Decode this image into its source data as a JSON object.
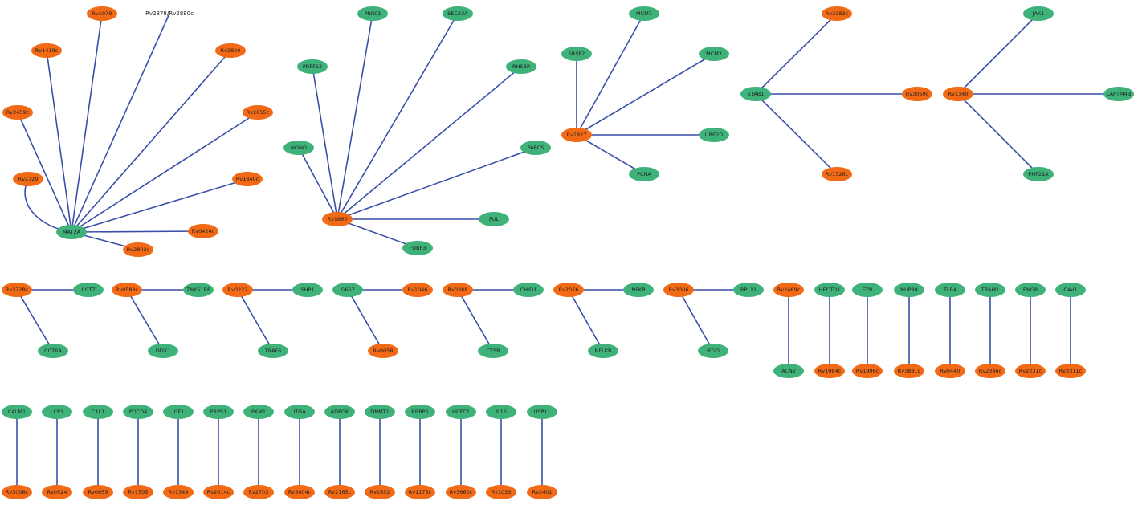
{
  "colors": {
    "pathogen": "#f26a16",
    "host": "#3fb27a",
    "edge": "#3a4fa8"
  },
  "nodes": [
    {
      "id": "n1",
      "label": "Rv1079",
      "group": "pathogen"
    },
    {
      "id": "n2",
      "label": "Rv2878/Rv2880c",
      "group": "none"
    },
    {
      "id": "n3",
      "label": "Rv1419c",
      "group": "pathogen"
    },
    {
      "id": "n4",
      "label": "Rv2820",
      "group": "pathogen"
    },
    {
      "id": "n5",
      "label": "Rv2459c",
      "group": "pathogen"
    },
    {
      "id": "n6",
      "label": "Rv2655c",
      "group": "pathogen"
    },
    {
      "id": "n7",
      "label": "Rv2729",
      "group": "pathogen"
    },
    {
      "id": "n8",
      "label": "Rv1840c",
      "group": "pathogen"
    },
    {
      "id": "n9",
      "label": "MAT2A",
      "group": "host"
    },
    {
      "id": "n10",
      "label": "Rv0424c",
      "group": "pathogen"
    },
    {
      "id": "n11",
      "label": "Rv2802c",
      "group": "pathogen"
    },
    {
      "id": "n12",
      "label": "PRRC1",
      "group": "host"
    },
    {
      "id": "n13",
      "label": "SEC23A",
      "group": "host"
    },
    {
      "id": "n14",
      "label": "PRPF12",
      "group": "host"
    },
    {
      "id": "n15",
      "label": "RHSBP",
      "group": "host"
    },
    {
      "id": "n16",
      "label": "NONO",
      "group": "host"
    },
    {
      "id": "n17",
      "label": "PARCS",
      "group": "host"
    },
    {
      "id": "n18",
      "label": "Rv1860",
      "group": "pathogen"
    },
    {
      "id": "n19",
      "label": "FUL",
      "group": "host"
    },
    {
      "id": "n20",
      "label": "FUBP3",
      "group": "host"
    },
    {
      "id": "n21",
      "label": "MCM7",
      "group": "host"
    },
    {
      "id": "n22",
      "label": "SRSF2",
      "group": "host"
    },
    {
      "id": "n23",
      "label": "MCM3",
      "group": "host"
    },
    {
      "id": "n24",
      "label": "Rv1827",
      "group": "pathogen"
    },
    {
      "id": "n25",
      "label": "UBE2D",
      "group": "host"
    },
    {
      "id": "n26",
      "label": "PCNA",
      "group": "host"
    },
    {
      "id": "n27",
      "label": "Rv2383c",
      "group": "pathogen"
    },
    {
      "id": "n28",
      "label": "STAB1",
      "group": "host"
    },
    {
      "id": "n29",
      "label": "Rv3069c",
      "group": "pathogen"
    },
    {
      "id": "n30",
      "label": "Rv1326c",
      "group": "pathogen"
    },
    {
      "id": "n31",
      "label": "JAK1",
      "group": "host"
    },
    {
      "id": "n32",
      "label": "Rv1340",
      "group": "pathogen"
    },
    {
      "id": "n33",
      "label": "LAPTM4B",
      "group": "host"
    },
    {
      "id": "n34",
      "label": "PHF21A",
      "group": "host"
    },
    {
      "id": "n35",
      "label": "Rv3728c",
      "group": "pathogen"
    },
    {
      "id": "n36",
      "label": "CCT7",
      "group": "host"
    },
    {
      "id": "n37",
      "label": "CCT6A",
      "group": "host"
    },
    {
      "id": "n38",
      "label": "Rv0588c",
      "group": "pathogen"
    },
    {
      "id": "n39",
      "label": "TNKS1BP",
      "group": "host"
    },
    {
      "id": "n40",
      "label": "DDX1",
      "group": "host"
    },
    {
      "id": "n41",
      "label": "Rv0222",
      "group": "pathogen"
    },
    {
      "id": "n42",
      "label": "SHP1",
      "group": "host"
    },
    {
      "id": "n43",
      "label": "TRAF6",
      "group": "host"
    },
    {
      "id": "n44",
      "label": "G6S7",
      "group": "host"
    },
    {
      "id": "n45",
      "label": "Rv1046",
      "group": "pathogen"
    },
    {
      "id": "n46",
      "label": "Rv0058",
      "group": "pathogen"
    },
    {
      "id": "n47",
      "label": "Rv0388",
      "group": "pathogen"
    },
    {
      "id": "n48",
      "label": "CHID1",
      "group": "host"
    },
    {
      "id": "n49",
      "label": "CTSB",
      "group": "host"
    },
    {
      "id": "n50",
      "label": "Rv2076",
      "group": "pathogen"
    },
    {
      "id": "n51",
      "label": "NFKB",
      "group": "host"
    },
    {
      "id": "n52",
      "label": "NFLKB",
      "group": "host"
    },
    {
      "id": "n53",
      "label": "Rv3006",
      "group": "pathogen"
    },
    {
      "id": "n54",
      "label": "RPL11",
      "group": "host"
    },
    {
      "id": "n55",
      "label": "IFGD",
      "group": "host"
    },
    {
      "id": "n56",
      "label": "Rv2469c",
      "group": "pathogen"
    },
    {
      "id": "n57",
      "label": "ACN2",
      "group": "host"
    },
    {
      "id": "n58",
      "label": "HECTD1",
      "group": "host"
    },
    {
      "id": "n59",
      "label": "Rv1984c",
      "group": "pathogen"
    },
    {
      "id": "n60",
      "label": "EZR",
      "group": "host"
    },
    {
      "id": "n61",
      "label": "Rv1906c",
      "group": "pathogen"
    },
    {
      "id": "n62",
      "label": "NUP88",
      "group": "host"
    },
    {
      "id": "n63",
      "label": "Rv3881c",
      "group": "pathogen"
    },
    {
      "id": "n64",
      "label": "TLR4",
      "group": "host"
    },
    {
      "id": "n65",
      "label": "Rv0440",
      "group": "pathogen"
    },
    {
      "id": "n66",
      "label": "TRAM1",
      "group": "host"
    },
    {
      "id": "n67",
      "label": "Rv2346c",
      "group": "pathogen"
    },
    {
      "id": "n68",
      "label": "ENG8",
      "group": "host"
    },
    {
      "id": "n69",
      "label": "Rv2231c",
      "group": "pathogen"
    },
    {
      "id": "n70",
      "label": "CAV1",
      "group": "host"
    },
    {
      "id": "n71",
      "label": "Rv3311c",
      "group": "pathogen"
    },
    {
      "id": "n72",
      "label": "CALM1",
      "group": "host"
    },
    {
      "id": "n73",
      "label": "Rv3008c",
      "group": "pathogen"
    },
    {
      "id": "n74",
      "label": "LCP1",
      "group": "host"
    },
    {
      "id": "n75",
      "label": "Rv0524",
      "group": "pathogen"
    },
    {
      "id": "n76",
      "label": "C1L1",
      "group": "host"
    },
    {
      "id": "n77",
      "label": "Rv0655",
      "group": "pathogen"
    },
    {
      "id": "n78",
      "label": "PDCD4",
      "group": "host"
    },
    {
      "id": "n79",
      "label": "Rv1505",
      "group": "pathogen"
    },
    {
      "id": "n80",
      "label": "IGF1",
      "group": "host"
    },
    {
      "id": "n81",
      "label": "Rv1349",
      "group": "pathogen"
    },
    {
      "id": "n82",
      "label": "PRPS1",
      "group": "host"
    },
    {
      "id": "n83",
      "label": "Rv2014c",
      "group": "pathogen"
    },
    {
      "id": "n84",
      "label": "PKM1",
      "group": "host"
    },
    {
      "id": "n85",
      "label": "Rv2703",
      "group": "pathogen"
    },
    {
      "id": "n86",
      "label": "ITGA",
      "group": "host"
    },
    {
      "id": "n87",
      "label": "Rv3004c",
      "group": "pathogen"
    },
    {
      "id": "n88",
      "label": "ADPGK",
      "group": "host"
    },
    {
      "id": "n89",
      "label": "Rv2165c",
      "group": "pathogen"
    },
    {
      "id": "n90",
      "label": "DNMT1",
      "group": "host"
    },
    {
      "id": "n91",
      "label": "Rv1652",
      "group": "pathogen"
    },
    {
      "id": "n92",
      "label": "RBBP5",
      "group": "host"
    },
    {
      "id": "n93",
      "label": "Rv1175c",
      "group": "pathogen"
    },
    {
      "id": "n94",
      "label": "HCFC1",
      "group": "host"
    },
    {
      "id": "n95",
      "label": "Rv3660c",
      "group": "pathogen"
    },
    {
      "id": "n96",
      "label": "IL16",
      "group": "host"
    },
    {
      "id": "n97",
      "label": "Rv1033",
      "group": "pathogen"
    },
    {
      "id": "n98",
      "label": "USP11",
      "group": "host"
    },
    {
      "id": "n99",
      "label": "Rv2401",
      "group": "pathogen"
    }
  ],
  "edges": [
    [
      "n1",
      "n9"
    ],
    [
      "n2",
      "n9"
    ],
    [
      "n3",
      "n9"
    ],
    [
      "n4",
      "n9"
    ],
    [
      "n5",
      "n9"
    ],
    [
      "n6",
      "n9"
    ],
    [
      "n7",
      "n9"
    ],
    [
      "n8",
      "n9"
    ],
    [
      "n10",
      "n9"
    ],
    [
      "n11",
      "n9"
    ],
    [
      "n12",
      "n18"
    ],
    [
      "n13",
      "n18"
    ],
    [
      "n14",
      "n18"
    ],
    [
      "n15",
      "n18"
    ],
    [
      "n16",
      "n18"
    ],
    [
      "n17",
      "n18"
    ],
    [
      "n19",
      "n18"
    ],
    [
      "n20",
      "n18"
    ],
    [
      "n21",
      "n24"
    ],
    [
      "n22",
      "n24"
    ],
    [
      "n23",
      "n24"
    ],
    [
      "n25",
      "n24"
    ],
    [
      "n26",
      "n24"
    ],
    [
      "n27",
      "n28"
    ],
    [
      "n29",
      "n28"
    ],
    [
      "n30",
      "n28"
    ],
    [
      "n31",
      "n32"
    ],
    [
      "n33",
      "n32"
    ],
    [
      "n34",
      "n32"
    ],
    [
      "n35",
      "n36"
    ],
    [
      "n35",
      "n37"
    ],
    [
      "n38",
      "n39"
    ],
    [
      "n38",
      "n40"
    ],
    [
      "n41",
      "n42"
    ],
    [
      "n41",
      "n43"
    ],
    [
      "n44",
      "n45"
    ],
    [
      "n44",
      "n46"
    ],
    [
      "n47",
      "n48"
    ],
    [
      "n47",
      "n49"
    ],
    [
      "n50",
      "n51"
    ],
    [
      "n50",
      "n52"
    ],
    [
      "n53",
      "n54"
    ],
    [
      "n53",
      "n55"
    ],
    [
      "n56",
      "n57"
    ],
    [
      "n58",
      "n59"
    ],
    [
      "n60",
      "n61"
    ],
    [
      "n62",
      "n63"
    ],
    [
      "n64",
      "n65"
    ],
    [
      "n66",
      "n67"
    ],
    [
      "n68",
      "n69"
    ],
    [
      "n70",
      "n71"
    ],
    [
      "n72",
      "n73"
    ],
    [
      "n74",
      "n75"
    ],
    [
      "n76",
      "n77"
    ],
    [
      "n78",
      "n79"
    ],
    [
      "n80",
      "n81"
    ],
    [
      "n82",
      "n83"
    ],
    [
      "n84",
      "n85"
    ],
    [
      "n86",
      "n87"
    ],
    [
      "n88",
      "n89"
    ],
    [
      "n90",
      "n91"
    ],
    [
      "n92",
      "n93"
    ],
    [
      "n94",
      "n95"
    ],
    [
      "n96",
      "n97"
    ],
    [
      "n98",
      "n99"
    ]
  ]
}
